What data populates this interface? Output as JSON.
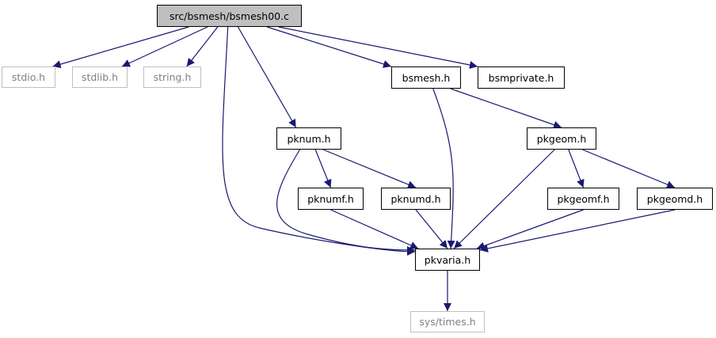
{
  "graph": {
    "edge_color": "#191970",
    "root_fill": "#bfbfbf",
    "system_header_border": "#bfbfbf",
    "nodes": {
      "root": {
        "label": "src/bsmesh/bsmesh00.c"
      },
      "stdio": {
        "label": "stdio.h"
      },
      "stdlib": {
        "label": "stdlib.h"
      },
      "string": {
        "label": "string.h"
      },
      "bsmesh": {
        "label": "bsmesh.h"
      },
      "bsmprivate": {
        "label": "bsmprivate.h"
      },
      "pknum": {
        "label": "pknum.h"
      },
      "pkgeom": {
        "label": "pkgeom.h"
      },
      "pknumf": {
        "label": "pknumf.h"
      },
      "pknumd": {
        "label": "pknumd.h"
      },
      "pkgeomf": {
        "label": "pkgeomf.h"
      },
      "pkgeomd": {
        "label": "pkgeomd.h"
      },
      "pkvaria": {
        "label": "pkvaria.h"
      },
      "systimes": {
        "label": "sys/times.h"
      }
    },
    "edges": [
      [
        "root",
        "stdio"
      ],
      [
        "root",
        "stdlib"
      ],
      [
        "root",
        "string"
      ],
      [
        "root",
        "bsmesh"
      ],
      [
        "root",
        "bsmprivate"
      ],
      [
        "root",
        "pknum"
      ],
      [
        "root",
        "pkvaria"
      ],
      [
        "bsmesh",
        "pkgeom"
      ],
      [
        "bsmesh",
        "pkvaria"
      ],
      [
        "pknum",
        "pknumf"
      ],
      [
        "pknum",
        "pknumd"
      ],
      [
        "pknum",
        "pkvaria"
      ],
      [
        "pkgeom",
        "pkgeomf"
      ],
      [
        "pkgeom",
        "pkgeomd"
      ],
      [
        "pkgeom",
        "pkvaria"
      ],
      [
        "pknumf",
        "pkvaria"
      ],
      [
        "pknumd",
        "pkvaria"
      ],
      [
        "pkgeomf",
        "pkvaria"
      ],
      [
        "pkgeomd",
        "pkvaria"
      ],
      [
        "pkvaria",
        "systimes"
      ]
    ]
  }
}
